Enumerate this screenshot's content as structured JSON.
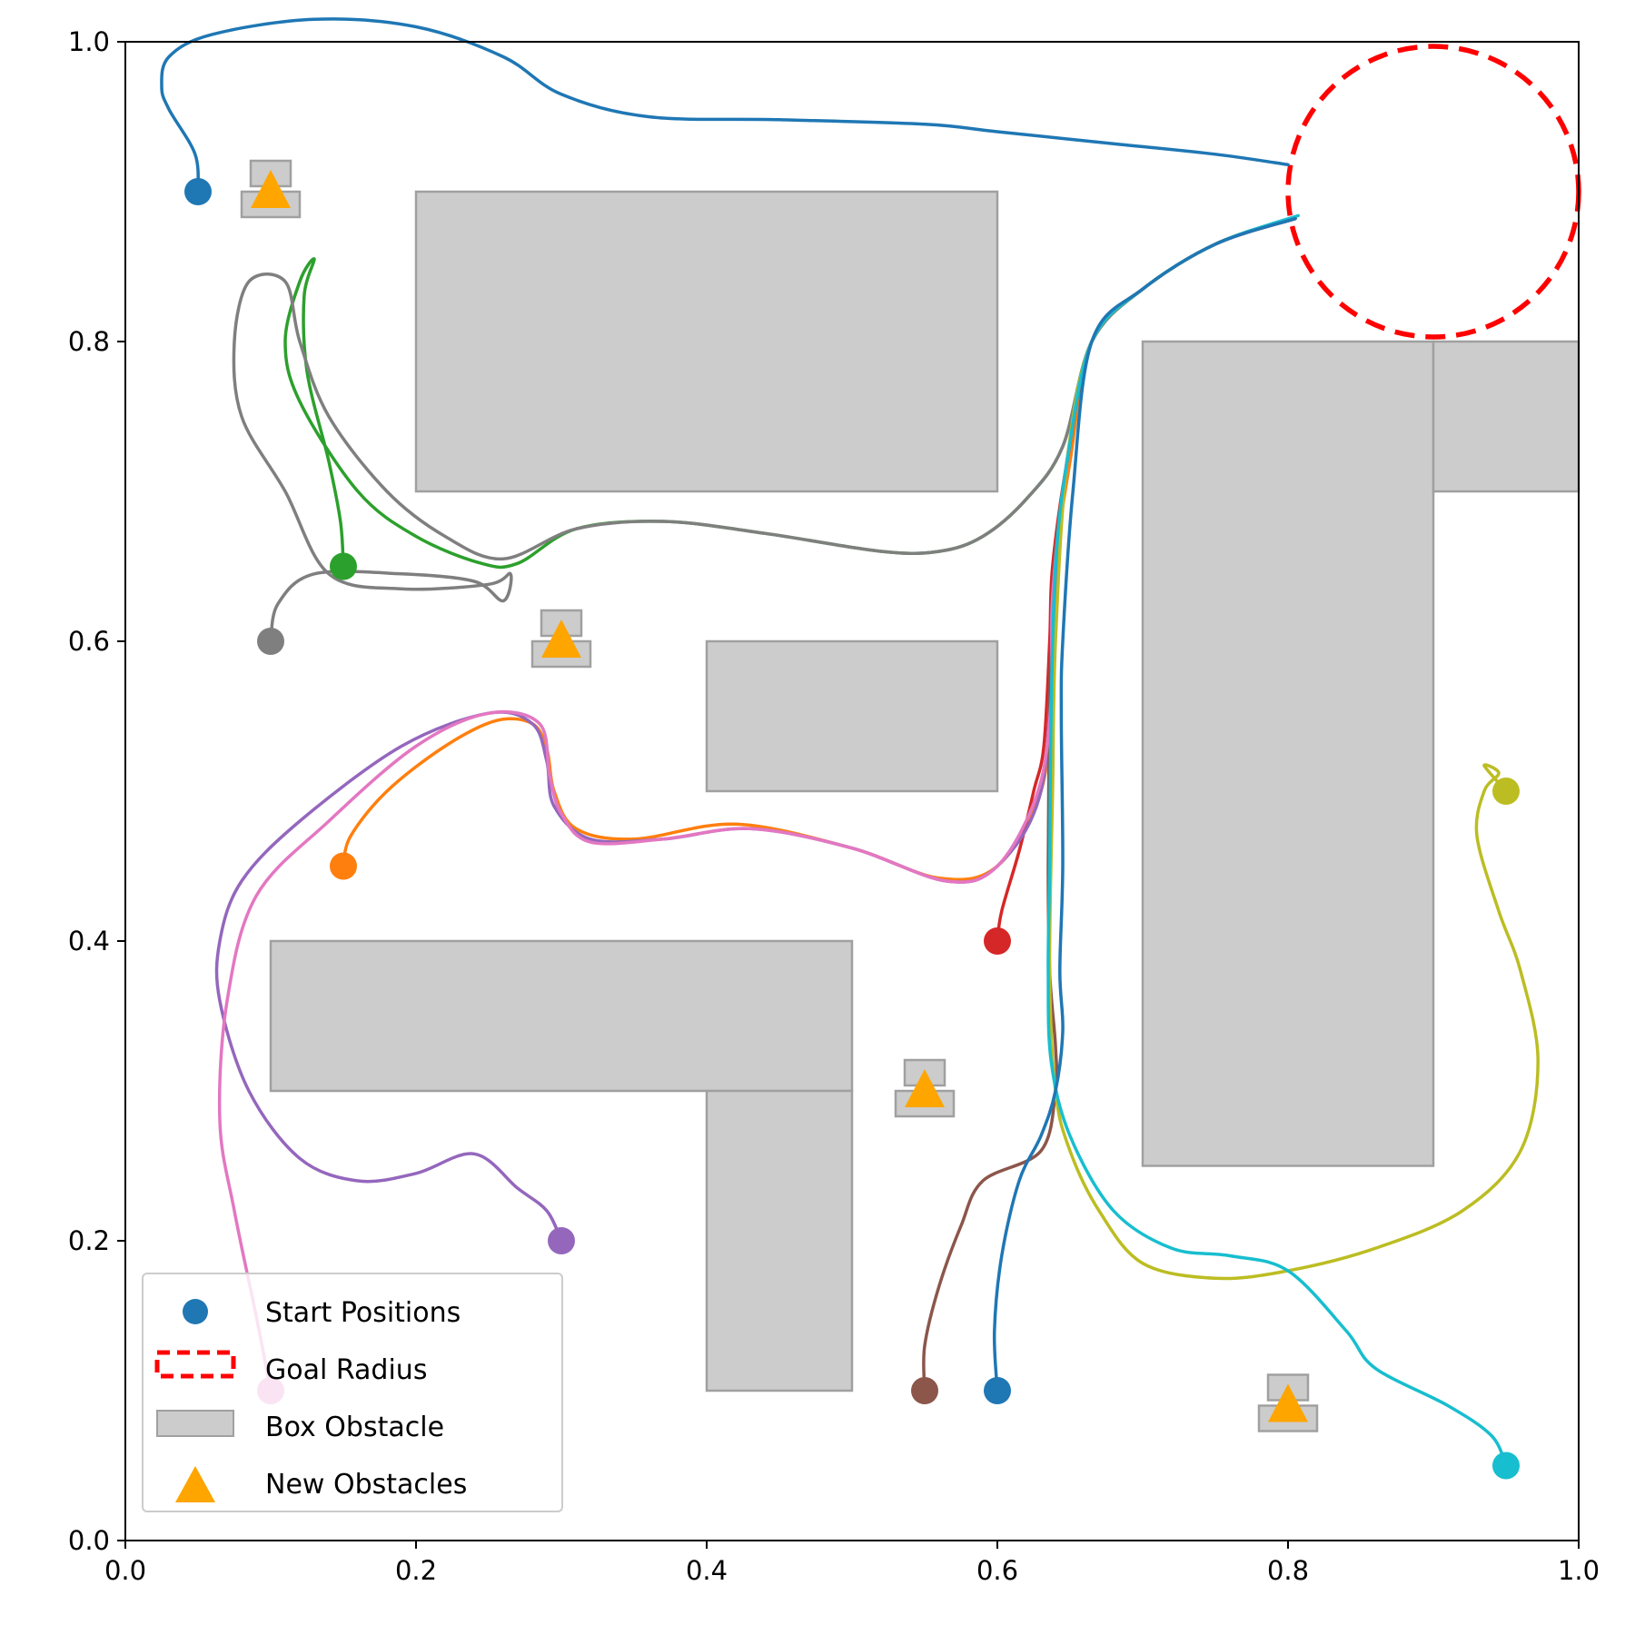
{
  "chart_data": {
    "type": "scatter",
    "title": "",
    "xlabel": "",
    "ylabel": "",
    "xlim": [
      0.0,
      1.0
    ],
    "ylim": [
      0.0,
      1.0
    ],
    "grid": false,
    "x_ticks": [
      "0.0",
      "0.2",
      "0.4",
      "0.6",
      "0.8",
      "1.0"
    ],
    "y_ticks": [
      "0.0",
      "0.2",
      "0.4",
      "0.6",
      "0.8",
      "1.0"
    ],
    "goal": {
      "x": 0.9,
      "y": 0.9,
      "radius": 0.1,
      "color": "#ff0000"
    },
    "box_obstacles": [
      {
        "x0": 0.2,
        "y0": 0.7,
        "x1": 0.6,
        "y1": 0.9
      },
      {
        "x0": 0.4,
        "y0": 0.5,
        "x1": 0.6,
        "y1": 0.6
      },
      {
        "x0": 0.1,
        "y0": 0.3,
        "x1": 0.5,
        "y1": 0.4
      },
      {
        "x0": 0.4,
        "y0": 0.1,
        "x1": 0.5,
        "y1": 0.3
      },
      {
        "x0": 0.7,
        "y0": 0.25,
        "x1": 0.9,
        "y1": 0.8
      },
      {
        "x0": 0.9,
        "y0": 0.7,
        "x1": 1.0,
        "y1": 0.8
      }
    ],
    "new_obstacles": [
      {
        "x": 0.1,
        "y": 0.9
      },
      {
        "x": 0.3,
        "y": 0.6
      },
      {
        "x": 0.55,
        "y": 0.3
      },
      {
        "x": 0.8,
        "y": 0.09
      }
    ],
    "series": [
      {
        "color": "#1f77b4",
        "start": [
          0.05,
          0.9
        ],
        "path": [
          [
            0.05,
            0.9
          ],
          [
            0.048,
            0.925
          ],
          [
            0.03,
            0.955
          ],
          [
            0.025,
            0.97
          ],
          [
            0.03,
            0.99
          ],
          [
            0.06,
            1.005
          ],
          [
            0.13,
            1.015
          ],
          [
            0.2,
            1.01
          ],
          [
            0.26,
            0.99
          ],
          [
            0.3,
            0.965
          ],
          [
            0.36,
            0.95
          ],
          [
            0.45,
            0.948
          ],
          [
            0.55,
            0.945
          ],
          [
            0.6,
            0.94
          ],
          [
            0.68,
            0.932
          ],
          [
            0.75,
            0.925
          ],
          [
            0.8,
            0.918
          ]
        ]
      },
      {
        "color": "#ff7f0e",
        "start": [
          0.15,
          0.45
        ],
        "path": [
          [
            0.15,
            0.45
          ],
          [
            0.155,
            0.47
          ],
          [
            0.18,
            0.5
          ],
          [
            0.22,
            0.53
          ],
          [
            0.255,
            0.547
          ],
          [
            0.28,
            0.545
          ],
          [
            0.29,
            0.528
          ],
          [
            0.295,
            0.5
          ],
          [
            0.31,
            0.475
          ],
          [
            0.35,
            0.468
          ],
          [
            0.42,
            0.478
          ],
          [
            0.5,
            0.462
          ],
          [
            0.56,
            0.442
          ],
          [
            0.6,
            0.45
          ],
          [
            0.63,
            0.5
          ],
          [
            0.638,
            0.57
          ],
          [
            0.64,
            0.65
          ],
          [
            0.65,
            0.72
          ],
          [
            0.665,
            0.8
          ],
          [
            0.7,
            0.835
          ],
          [
            0.75,
            0.865
          ],
          [
            0.805,
            0.882
          ]
        ]
      },
      {
        "color": "#2ca02c",
        "start": [
          0.15,
          0.65
        ],
        "path": [
          [
            0.15,
            0.65
          ],
          [
            0.148,
            0.68
          ],
          [
            0.14,
            0.72
          ],
          [
            0.125,
            0.78
          ],
          [
            0.123,
            0.83
          ],
          [
            0.13,
            0.855
          ],
          [
            0.12,
            0.84
          ],
          [
            0.11,
            0.8
          ],
          [
            0.12,
            0.76
          ],
          [
            0.16,
            0.7
          ],
          [
            0.2,
            0.67
          ],
          [
            0.245,
            0.652
          ],
          [
            0.27,
            0.652
          ],
          [
            0.31,
            0.675
          ],
          [
            0.37,
            0.68
          ],
          [
            0.44,
            0.672
          ],
          [
            0.52,
            0.66
          ],
          [
            0.56,
            0.66
          ],
          [
            0.59,
            0.67
          ],
          [
            0.62,
            0.695
          ],
          [
            0.645,
            0.73
          ],
          [
            0.665,
            0.8
          ],
          [
            0.7,
            0.835
          ],
          [
            0.75,
            0.865
          ],
          [
            0.805,
            0.883
          ]
        ]
      },
      {
        "color": "#d62728",
        "start": [
          0.6,
          0.4
        ],
        "path": [
          [
            0.6,
            0.4
          ],
          [
            0.603,
            0.42
          ],
          [
            0.615,
            0.46
          ],
          [
            0.625,
            0.5
          ],
          [
            0.632,
            0.53
          ],
          [
            0.636,
            0.6
          ],
          [
            0.638,
            0.65
          ],
          [
            0.648,
            0.72
          ],
          [
            0.665,
            0.8
          ],
          [
            0.7,
            0.835
          ],
          [
            0.75,
            0.865
          ],
          [
            0.805,
            0.882
          ]
        ]
      },
      {
        "color": "#9467bd",
        "start": [
          0.3,
          0.2
        ],
        "path": [
          [
            0.3,
            0.2
          ],
          [
            0.29,
            0.22
          ],
          [
            0.27,
            0.235
          ],
          [
            0.24,
            0.258
          ],
          [
            0.2,
            0.245
          ],
          [
            0.16,
            0.24
          ],
          [
            0.12,
            0.255
          ],
          [
            0.085,
            0.3
          ],
          [
            0.065,
            0.36
          ],
          [
            0.065,
            0.4
          ],
          [
            0.08,
            0.44
          ],
          [
            0.12,
            0.48
          ],
          [
            0.19,
            0.53
          ],
          [
            0.25,
            0.552
          ],
          [
            0.28,
            0.545
          ],
          [
            0.29,
            0.52
          ],
          [
            0.295,
            0.49
          ],
          [
            0.32,
            0.468
          ],
          [
            0.37,
            0.468
          ],
          [
            0.43,
            0.475
          ],
          [
            0.5,
            0.462
          ],
          [
            0.565,
            0.44
          ],
          [
            0.6,
            0.45
          ],
          [
            0.63,
            0.5
          ],
          [
            0.638,
            0.6
          ],
          [
            0.645,
            0.7
          ],
          [
            0.665,
            0.8
          ],
          [
            0.7,
            0.835
          ],
          [
            0.75,
            0.865
          ],
          [
            0.805,
            0.882
          ]
        ]
      },
      {
        "color": "#8c564b",
        "start": [
          0.55,
          0.1
        ],
        "path": [
          [
            0.55,
            0.1
          ],
          [
            0.55,
            0.13
          ],
          [
            0.56,
            0.17
          ],
          [
            0.575,
            0.21
          ],
          [
            0.59,
            0.24
          ],
          [
            0.63,
            0.26
          ],
          [
            0.64,
            0.3
          ],
          [
            0.64,
            0.33
          ],
          [
            0.636,
            0.38
          ],
          [
            0.635,
            0.45
          ],
          [
            0.636,
            0.55
          ],
          [
            0.638,
            0.63
          ],
          [
            0.645,
            0.7
          ],
          [
            0.665,
            0.8
          ],
          [
            0.7,
            0.835
          ],
          [
            0.75,
            0.865
          ],
          [
            0.805,
            0.882
          ]
        ]
      },
      {
        "color": "#e377c2",
        "start": [
          0.1,
          0.1
        ],
        "path": [
          [
            0.1,
            0.1
          ],
          [
            0.09,
            0.15
          ],
          [
            0.075,
            0.22
          ],
          [
            0.065,
            0.28
          ],
          [
            0.07,
            0.36
          ],
          [
            0.09,
            0.43
          ],
          [
            0.14,
            0.48
          ],
          [
            0.2,
            0.53
          ],
          [
            0.25,
            0.552
          ],
          [
            0.285,
            0.545
          ],
          [
            0.292,
            0.51
          ],
          [
            0.3,
            0.485
          ],
          [
            0.32,
            0.466
          ],
          [
            0.37,
            0.468
          ],
          [
            0.43,
            0.475
          ],
          [
            0.5,
            0.462
          ],
          [
            0.565,
            0.44
          ],
          [
            0.6,
            0.45
          ],
          [
            0.628,
            0.5
          ],
          [
            0.637,
            0.56
          ],
          [
            0.638,
            0.63
          ],
          [
            0.648,
            0.72
          ],
          [
            0.665,
            0.8
          ],
          [
            0.7,
            0.835
          ],
          [
            0.75,
            0.865
          ],
          [
            0.805,
            0.882
          ]
        ]
      },
      {
        "color": "#7f7f7f",
        "start": [
          0.1,
          0.6
        ],
        "path": [
          [
            0.1,
            0.6
          ],
          [
            0.105,
            0.625
          ],
          [
            0.13,
            0.645
          ],
          [
            0.19,
            0.645
          ],
          [
            0.24,
            0.64
          ],
          [
            0.26,
            0.627
          ],
          [
            0.265,
            0.645
          ],
          [
            0.25,
            0.638
          ],
          [
            0.19,
            0.635
          ],
          [
            0.14,
            0.645
          ],
          [
            0.11,
            0.7
          ],
          [
            0.08,
            0.75
          ],
          [
            0.075,
            0.8
          ],
          [
            0.085,
            0.84
          ],
          [
            0.11,
            0.84
          ],
          [
            0.12,
            0.8
          ],
          [
            0.14,
            0.75
          ],
          [
            0.18,
            0.7
          ],
          [
            0.22,
            0.67
          ],
          [
            0.26,
            0.655
          ],
          [
            0.31,
            0.675
          ],
          [
            0.37,
            0.68
          ],
          [
            0.44,
            0.672
          ],
          [
            0.52,
            0.66
          ],
          [
            0.56,
            0.66
          ],
          [
            0.59,
            0.67
          ],
          [
            0.62,
            0.695
          ],
          [
            0.645,
            0.73
          ],
          [
            0.665,
            0.8
          ],
          [
            0.7,
            0.835
          ],
          [
            0.75,
            0.865
          ],
          [
            0.805,
            0.882
          ]
        ]
      },
      {
        "color": "#bcbd22",
        "start": [
          0.95,
          0.5
        ],
        "path": [
          [
            0.95,
            0.5
          ],
          [
            0.935,
            0.517
          ],
          [
            0.945,
            0.512
          ],
          [
            0.935,
            0.5
          ],
          [
            0.93,
            0.47
          ],
          [
            0.945,
            0.42
          ],
          [
            0.96,
            0.38
          ],
          [
            0.972,
            0.32
          ],
          [
            0.96,
            0.26
          ],
          [
            0.92,
            0.22
          ],
          [
            0.86,
            0.195
          ],
          [
            0.8,
            0.18
          ],
          [
            0.75,
            0.175
          ],
          [
            0.7,
            0.185
          ],
          [
            0.67,
            0.22
          ],
          [
            0.65,
            0.26
          ],
          [
            0.64,
            0.3
          ],
          [
            0.636,
            0.38
          ],
          [
            0.638,
            0.5
          ],
          [
            0.64,
            0.6
          ],
          [
            0.648,
            0.72
          ],
          [
            0.665,
            0.8
          ],
          [
            0.7,
            0.835
          ],
          [
            0.75,
            0.865
          ],
          [
            0.805,
            0.883
          ]
        ]
      },
      {
        "color": "#17becf",
        "start": [
          0.95,
          0.05
        ],
        "path": [
          [
            0.95,
            0.05
          ],
          [
            0.94,
            0.07
          ],
          [
            0.91,
            0.09
          ],
          [
            0.86,
            0.115
          ],
          [
            0.84,
            0.14
          ],
          [
            0.8,
            0.18
          ],
          [
            0.76,
            0.19
          ],
          [
            0.72,
            0.195
          ],
          [
            0.68,
            0.22
          ],
          [
            0.65,
            0.27
          ],
          [
            0.637,
            0.32
          ],
          [
            0.635,
            0.38
          ],
          [
            0.636,
            0.45
          ],
          [
            0.637,
            0.55
          ],
          [
            0.64,
            0.65
          ],
          [
            0.648,
            0.72
          ],
          [
            0.665,
            0.8
          ],
          [
            0.7,
            0.835
          ],
          [
            0.75,
            0.865
          ],
          [
            0.807,
            0.884
          ]
        ]
      },
      {
        "color": "#1f77b4",
        "start": [
          0.6,
          0.1
        ],
        "path": [
          [
            0.6,
            0.1
          ],
          [
            0.598,
            0.14
          ],
          [
            0.603,
            0.19
          ],
          [
            0.615,
            0.24
          ],
          [
            0.63,
            0.27
          ],
          [
            0.64,
            0.3
          ],
          [
            0.645,
            0.34
          ],
          [
            0.643,
            0.38
          ],
          [
            0.645,
            0.45
          ],
          [
            0.644,
            0.55
          ],
          [
            0.645,
            0.6
          ],
          [
            0.652,
            0.7
          ],
          [
            0.665,
            0.8
          ],
          [
            0.7,
            0.835
          ],
          [
            0.75,
            0.865
          ],
          [
            0.805,
            0.882
          ]
        ]
      }
    ]
  },
  "legend": {
    "start": "Start Positions",
    "goal": "Goal Radius",
    "box": "Box Obstacle",
    "new": "New Obstacles"
  },
  "colors": {
    "obstacle_fill": "#cccccc",
    "obstacle_edge": "#a0a0a0",
    "marker_new": "#ffa500",
    "legend_start": "#1f77b4"
  }
}
